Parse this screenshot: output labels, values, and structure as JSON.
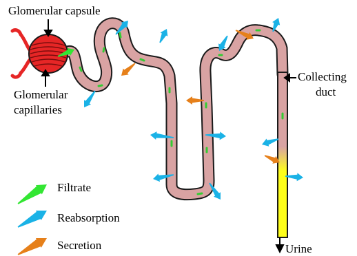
{
  "labels": {
    "glomerular_capsule": "Glomerular capsule",
    "glomerular_capillaries_line1": "Glomerular",
    "glomerular_capillaries_line2": "capillaries",
    "collecting_duct_line1": "Collecting",
    "collecting_duct_line2": "duct",
    "urine": "Urine"
  },
  "legend": {
    "items": [
      {
        "key": "filtrate",
        "label": "Filtrate",
        "color": "#33e633"
      },
      {
        "key": "reabsorption",
        "label": "Reabsorption",
        "color": "#1ab2e6"
      },
      {
        "key": "secretion",
        "label": "Secretion",
        "color": "#e6801a"
      }
    ]
  },
  "colors": {
    "tubule": "#d9a3a3",
    "tubule_outline": "#1a1a1a",
    "capsule": "#e62626",
    "arterioles": "#e62626",
    "urine": "#ffff1a",
    "filtrate_dash": "#33cc33"
  }
}
